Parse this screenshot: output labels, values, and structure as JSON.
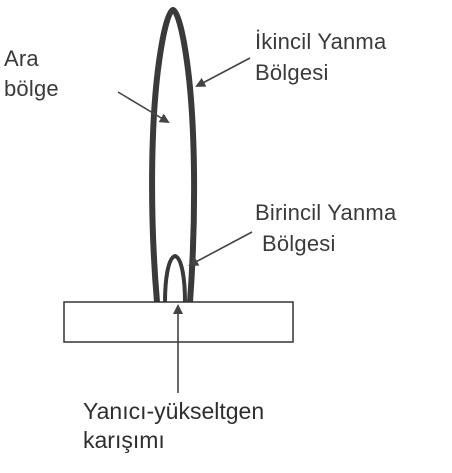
{
  "labels": {
    "intermediate_line1": "Ara",
    "intermediate_line2": "bölge",
    "secondary_line1": "İkincil Yanma",
    "secondary_line2": "Bölgesi",
    "primary_line1": "Birincil Yanma",
    "primary_line2": "Bölgesi",
    "mixture_line1": "Yanıcı-yükseltgen",
    "mixture_line2": "karışımı"
  },
  "colors": {
    "flame_outline": "#3a3a3a",
    "text": "#3a3a3a",
    "burner_outline": "#333333",
    "arrow": "#444444"
  },
  "icons": {
    "flame": "flame-outline-shape",
    "burner": "burner-block-shape"
  }
}
